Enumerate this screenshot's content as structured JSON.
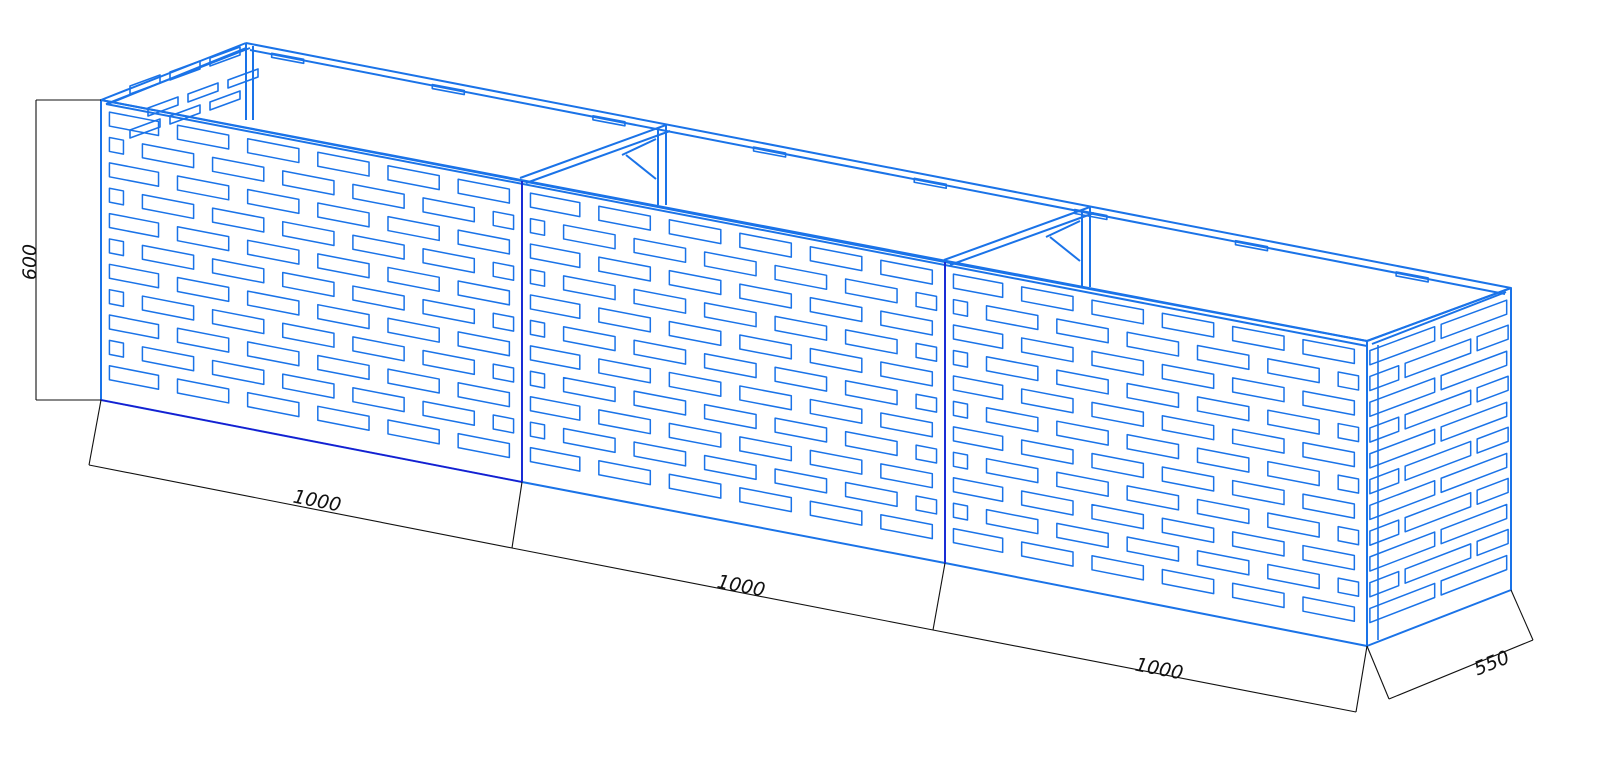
{
  "colors": {
    "structure": "#1a73e8",
    "dimension": "#111111",
    "accent": "#1a1ad0",
    "background": "#ffffff"
  },
  "dimensions": {
    "height": "600",
    "section_widths": [
      "1000",
      "1000",
      "1000"
    ],
    "depth": "550"
  },
  "panel_pattern": "perforated-brick"
}
